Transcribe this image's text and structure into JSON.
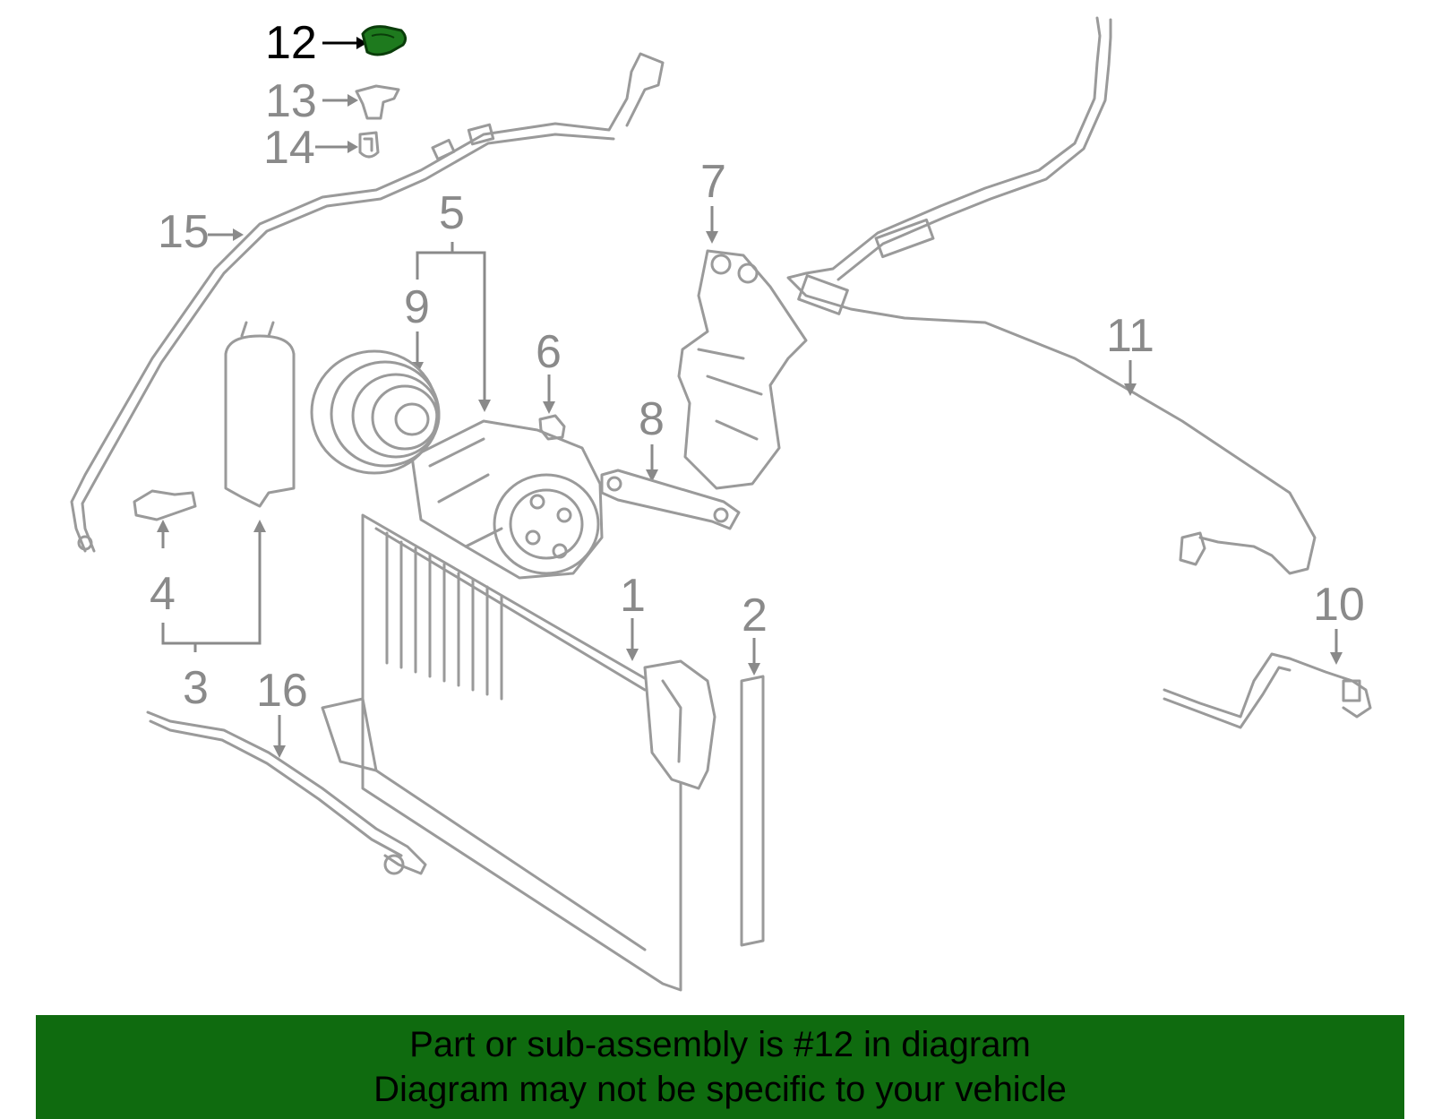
{
  "diagram": {
    "callouts": [
      "1",
      "2",
      "3",
      "4",
      "5",
      "6",
      "7",
      "8",
      "9",
      "10",
      "11",
      "12",
      "13",
      "14",
      "15",
      "16"
    ],
    "highlighted_part": "12",
    "highlight_color": "#1e7a1e"
  },
  "banner": {
    "line1": "Part or sub-assembly is #12 in diagram",
    "line2": "Diagram may not be specific to your vehicle",
    "background": "#0f6b0f"
  }
}
